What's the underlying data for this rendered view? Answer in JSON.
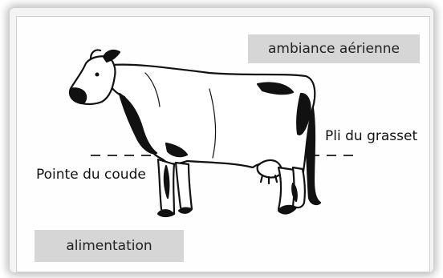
{
  "labels": {
    "ambiance": "ambiance aérienne",
    "alimentation": "alimentation",
    "pli": "Pli du grasset",
    "coude": "Pointe du coude"
  },
  "colors": {
    "box_fill": "#d6d6d6",
    "line": "#111111"
  },
  "icons": {
    "animal": "cow-illustration"
  }
}
